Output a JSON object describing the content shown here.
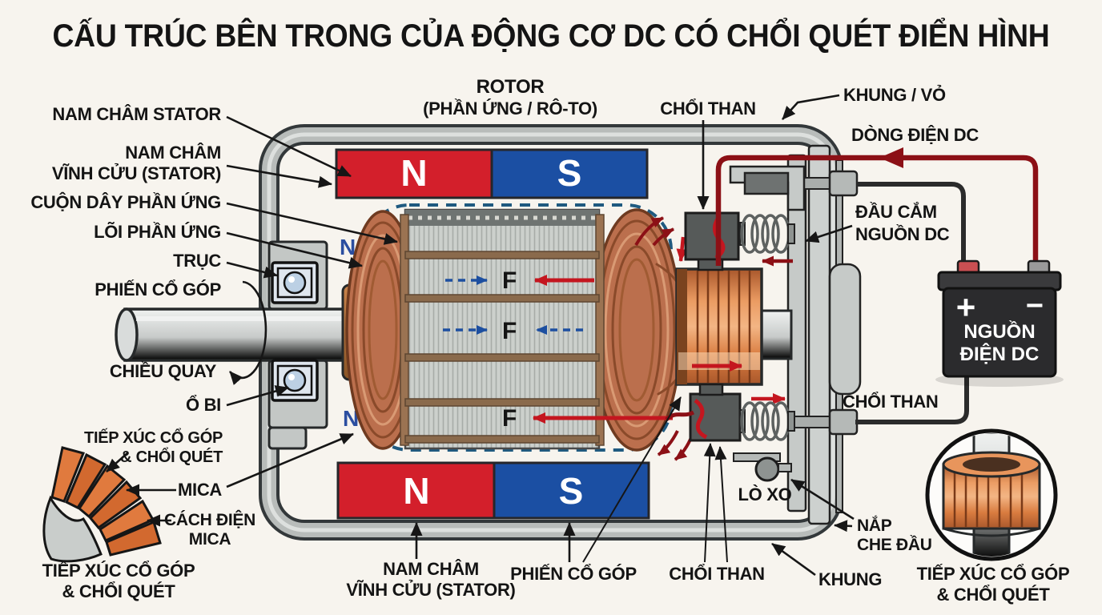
{
  "title": "CẤU TRÚC BÊN TRONG CỦA ĐỘNG CƠ DC CÓ CHỔI QUÉT ĐIỂN HÌNH",
  "labels": {
    "rotor1": "ROTOR",
    "rotor2": "(PHẦN ỨNG / RÔ-TO)",
    "choi_than": "CHỔI THAN",
    "khung_vo": "KHUNG / VỎ",
    "dong_dien_dc": "DÒNG ĐIỆN DC",
    "dau_cam_1": "ĐẦU CẮM",
    "dau_cam_2": "NGUỒN DC",
    "nam_cham_stator": "NAM CHÂM STATOR",
    "nam_cham_1": "NAM CHÂM",
    "nam_cham_2": "VĨNH CỬU (STATOR)",
    "cuon_day": "CUỘN DÂY PHẦN ỨNG",
    "loi_phan_ung": "LÕI PHẦN ỨNG",
    "truc": "TRỤC",
    "phien_co_gop": "PHIẾN CỔ GÓP",
    "chieu_quay": "CHIỀU QUAY",
    "o_bi": "Ổ BI",
    "tiep_xuc_1": "TIẾP XÚC CỔ GÓP",
    "tiep_xuc_2": "& CHỔI QUÉT",
    "mica": "MICA",
    "cach_dien_1": "CÁCH ĐIỆN",
    "cach_dien_2": "MICA",
    "lo_xo": "LÒ XO",
    "nap_1": "NẮP",
    "nap_2": "CHE ĐẦU",
    "khung": "KHUNG",
    "battery_1": "NGUỒN",
    "battery_2": "ĐIỆN DC",
    "plus": "+",
    "minus": "−",
    "n_pole": "N",
    "s_pole": "S",
    "force": "F",
    "field_n": "N"
  },
  "colors": {
    "background": "#f7f4ee",
    "magnet_north_red": "#d31f2b",
    "magnet_south_blue": "#1b4fa3",
    "housing_gray": "#b8bcba",
    "copper_winding": "#bb6f4d",
    "commutator_orange": "#e08a4f",
    "wire_dark_red": "#8c1016",
    "arrow_bright_red": "#c4161f",
    "field_dash_blue": "#1f5a80",
    "battery_black": "#2b2b2d",
    "label_black": "#141414"
  }
}
